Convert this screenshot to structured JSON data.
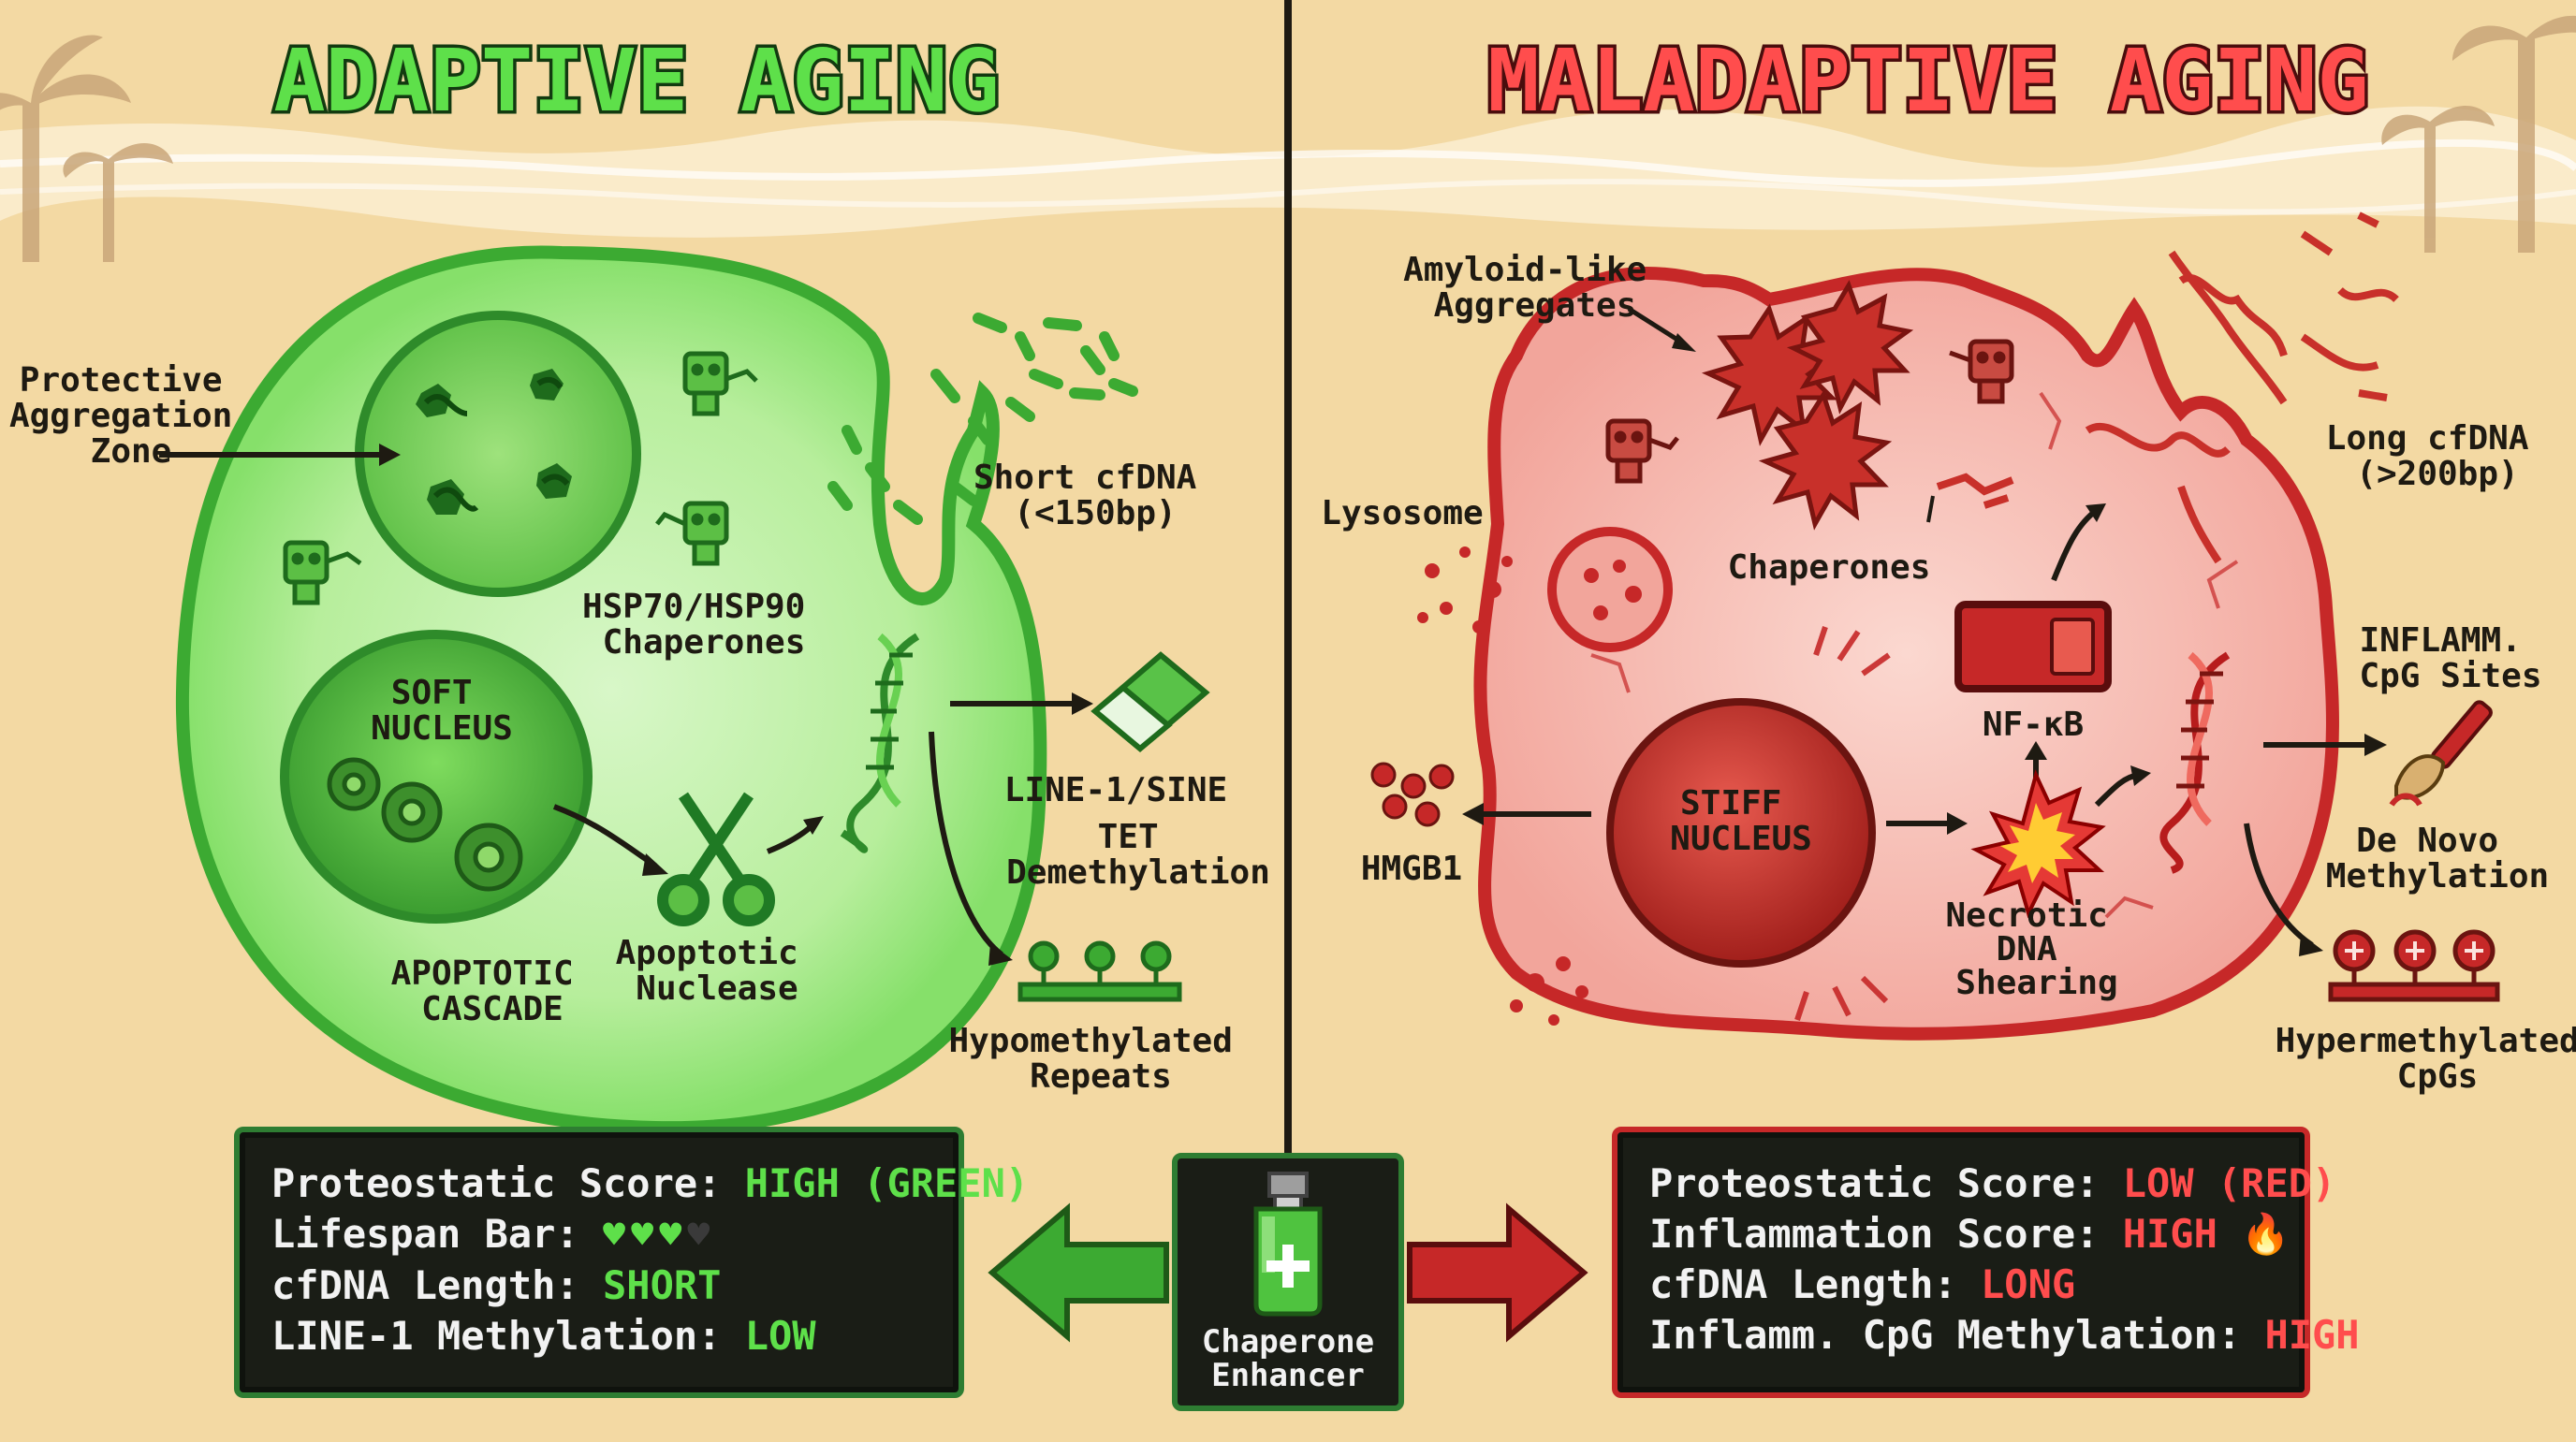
{
  "left": {
    "title": "ADAPTIVE AGING",
    "labels": {
      "protective_line1": "Protective",
      "protective_line2": "Aggregation",
      "protective_line3": "Zone",
      "hsp_line1": "HSP70/HSP90",
      "hsp_line2": "Chaperones",
      "soft_line1": "SOFT",
      "soft_line2": "NUCLEUS",
      "apoptotic_cascade_line1": "APOPTOTIC",
      "apoptotic_cascade_line2": "CASCADE",
      "nuclease_line1": "Apoptotic",
      "nuclease_line2": "Nuclease",
      "short_cfdna_line1": "Short cfDNA",
      "short_cfdna_line2": "(<150bp)",
      "line1_sine": "LINE-1/SINE",
      "tet_line1": "TET",
      "tet_line2": "Demethylation",
      "hypo_line1": "Hypomethylated",
      "hypo_line2": "Repeats"
    },
    "panel": {
      "rows": [
        {
          "label": "Proteostatic Score: ",
          "value": "HIGH (GREEN)"
        },
        {
          "label": "Lifespan Bar: ",
          "value": ""
        },
        {
          "label": "cfDNA Length: ",
          "value": "SHORT"
        },
        {
          "label": "LINE-1 Methylation: ",
          "value": "LOW"
        }
      ],
      "lifespan_hearts": {
        "filled": 3,
        "total": 4
      }
    }
  },
  "right": {
    "title": "MALADAPTIVE AGING",
    "labels": {
      "amyloid_line1": "Amyloid-like",
      "amyloid_line2": "Aggregates",
      "lysosome": "Lysosome",
      "chaperones": "Chaperones",
      "long_cfdna_line1": "Long cfDNA",
      "long_cfdna_line2": "(>200bp)",
      "inflamm_line1": "INFLAMM.",
      "inflamm_line2": "CpG Sites",
      "nfkb": "NF-κB",
      "stiff_line1": "STIFF",
      "stiff_line2": "NUCLEUS",
      "hmgb1": "HMGB1",
      "necrotic_line1": "Necrotic",
      "necrotic_line2": "DNA",
      "necrotic_line3": "Shearing",
      "denovo_line1": "De Novo",
      "denovo_line2": "Methylation",
      "hyper_line1": "Hypermethylated",
      "hyper_line2": "CpGs"
    },
    "panel": {
      "rows": [
        {
          "label": "Proteostatic Score: ",
          "value": "LOW (RED)"
        },
        {
          "label": "Inflammation Score: ",
          "value": "HIGH"
        },
        {
          "label": "cfDNA Length: ",
          "value": "LONG"
        },
        {
          "label": "Inflamm. CpG Methylation: ",
          "value": "HIGH"
        }
      ]
    }
  },
  "center": {
    "line1": "Chaperone",
    "line2": "Enhancer"
  },
  "colors": {
    "sand": "#f3d9a3",
    "green_accent": "#5ee04a",
    "red_accent": "#ff4d4d",
    "panel_bg": "#1a1d16"
  },
  "icons": [
    "palm-tree-icon",
    "gear-icon",
    "scissors-icon",
    "dna-helix-icon",
    "eraser-icon",
    "paintbrush-icon",
    "methyl-group-icon",
    "heart-icon",
    "fire-icon",
    "vial-icon",
    "arrow-left-icon",
    "arrow-right-icon",
    "explosion-icon",
    "toggle-switch-icon"
  ]
}
